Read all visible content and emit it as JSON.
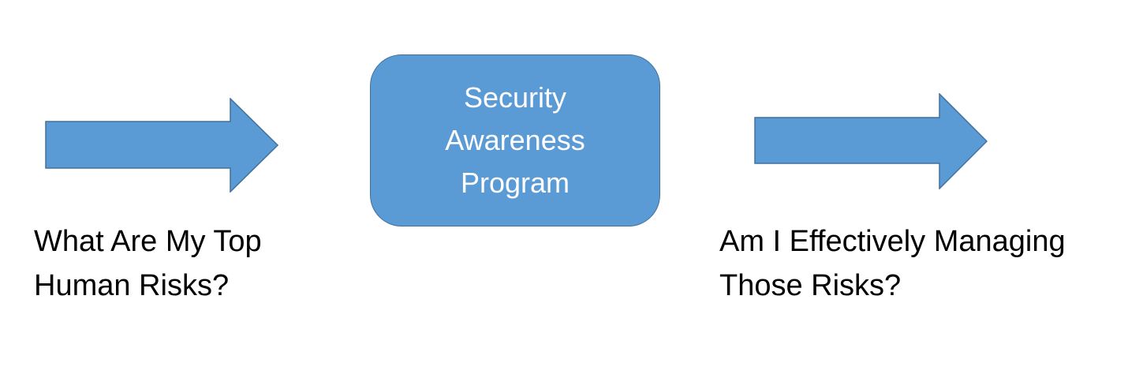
{
  "colors": {
    "shape_fill": "#5b9bd5",
    "shape_stroke": "#41719c",
    "box_text": "#ffffff",
    "caption_text": "#000000",
    "background": "#ffffff"
  },
  "left_arrow": {
    "icon": "right-arrow-icon"
  },
  "right_arrow": {
    "icon": "right-arrow-icon"
  },
  "center_box": {
    "label": "Security Awareness Program"
  },
  "left_caption": {
    "text": "What Are My Top\nHuman Risks?"
  },
  "right_caption": {
    "text": "Am I Effectively Managing\nThose Risks?"
  }
}
